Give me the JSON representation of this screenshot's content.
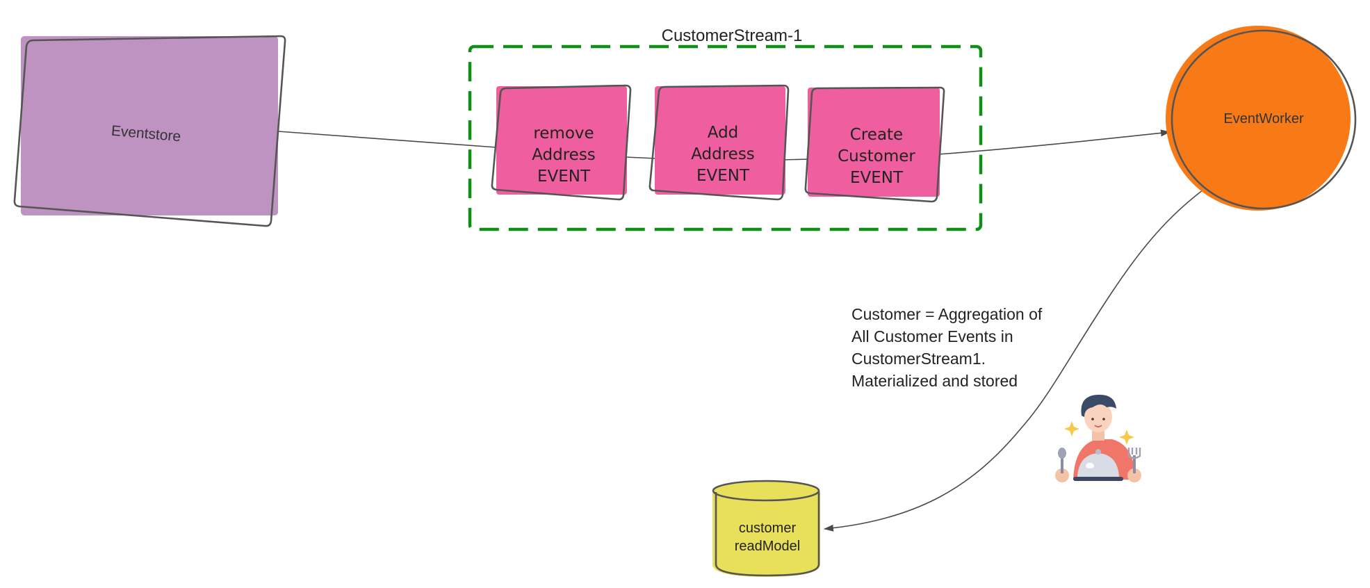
{
  "diagram": {
    "eventstore": {
      "label": "Eventstore",
      "fill": "#be93c1"
    },
    "stream": {
      "title": "CustomerStream-1",
      "border_color": "#0f8f15",
      "events": [
        {
          "lines": [
            "remove",
            "Address",
            "EVENT"
          ]
        },
        {
          "lines": [
            "Add",
            "Address",
            "EVENT"
          ]
        },
        {
          "lines": [
            "Create",
            "Customer",
            "EVENT"
          ]
        }
      ],
      "event_fill": "#ef5e9f"
    },
    "event_worker": {
      "label": "EventWorker",
      "fill": "#f77a17"
    },
    "read_model": {
      "lines": [
        "customer",
        "readModel"
      ],
      "fill": "#e8e05b"
    },
    "annotation": {
      "lines": [
        "Customer  = Aggregation of",
        "All Customer Events in",
        "CustomerStream1.",
        "Materialized and stored"
      ]
    },
    "illustration": {
      "icon": "waiter-serving-dish-icon"
    },
    "stroke_color": "#4a4a4a"
  }
}
